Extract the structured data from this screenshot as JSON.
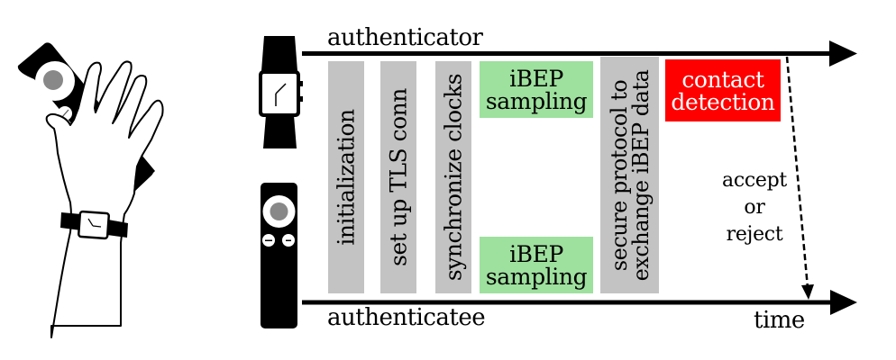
{
  "diagram": {
    "type": "protocol-timeline",
    "lanes": {
      "top": {
        "label": "authenticator",
        "device": "smartwatch"
      },
      "bottom": {
        "label": "authenticatee",
        "device": "remote-control"
      }
    },
    "time_label": "time",
    "steps": [
      {
        "id": "initialization",
        "label": "initialization",
        "lanes": "both",
        "color": "#c3c3c3"
      },
      {
        "id": "tls",
        "label": "set up TLS conn",
        "lanes": "both",
        "color": "#c3c3c3"
      },
      {
        "id": "sync",
        "label": "synchronize clocks",
        "lanes": "both",
        "color": "#c3c3c3"
      },
      {
        "id": "ibep-top",
        "label_line1": "iBEP",
        "label_line2": "sampling",
        "lanes": "top",
        "color": "#9ee09e"
      },
      {
        "id": "ibep-bottom",
        "label_line1": "iBEP",
        "label_line2": "sampling",
        "lanes": "bottom",
        "color": "#9ee09e"
      },
      {
        "id": "secure",
        "label_line1": "secure protocol to",
        "label_line2": "exchange iBEP data",
        "lanes": "both",
        "color": "#c3c3c3"
      },
      {
        "id": "contact",
        "label_line1": "contact",
        "label_line2": "detection",
        "lanes": "top",
        "color": "#ff0000"
      }
    ],
    "decision": {
      "line1": "accept",
      "line2": "or",
      "line3": "reject"
    },
    "illustration": "hand-holding-remote-wearing-watch"
  }
}
